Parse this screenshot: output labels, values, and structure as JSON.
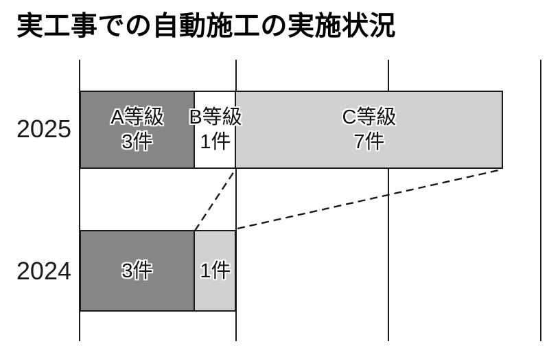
{
  "title": "実工事での自動施工の実施状況",
  "colors": {
    "grade_a_fill": "#868686",
    "grade_b_fill": "#ffffff",
    "grade_c_fill": "#d1d1d1",
    "stroke": "#1a1a1a"
  },
  "rows": [
    {
      "year": "2025",
      "segments": [
        {
          "grade": "A等級",
          "count": 3,
          "lines": [
            "A等級",
            "3件"
          ]
        },
        {
          "grade": "B等級",
          "count": 1,
          "lines": [
            "B等級",
            "1件"
          ]
        },
        {
          "grade": "C等級",
          "count": 7,
          "lines": [
            "C等級",
            "7件"
          ]
        }
      ]
    },
    {
      "year": "2024",
      "segments": [
        {
          "grade": "A等級",
          "count": 3,
          "lines": [
            "3件"
          ]
        },
        {
          "grade": "C等級",
          "count": 1,
          "lines": [
            "1件"
          ]
        }
      ]
    }
  ],
  "chart_data": {
    "type": "bar",
    "orientation": "horizontal",
    "stacked": true,
    "title": "実工事での自動施工の実施状況",
    "categories": [
      "2025",
      "2024"
    ],
    "series": [
      {
        "name": "A等級",
        "values": [
          3,
          3
        ]
      },
      {
        "name": "B等級",
        "values": [
          1,
          0
        ]
      },
      {
        "name": "C等級",
        "values": [
          7,
          1
        ]
      }
    ],
    "value_unit": "件",
    "xlim": [
      0,
      12
    ],
    "gridline_interval": 4,
    "grid": true,
    "legend": "none",
    "annotation": "破線が2024年のC等級1件と2025年のC等級7件を結ぶ"
  }
}
